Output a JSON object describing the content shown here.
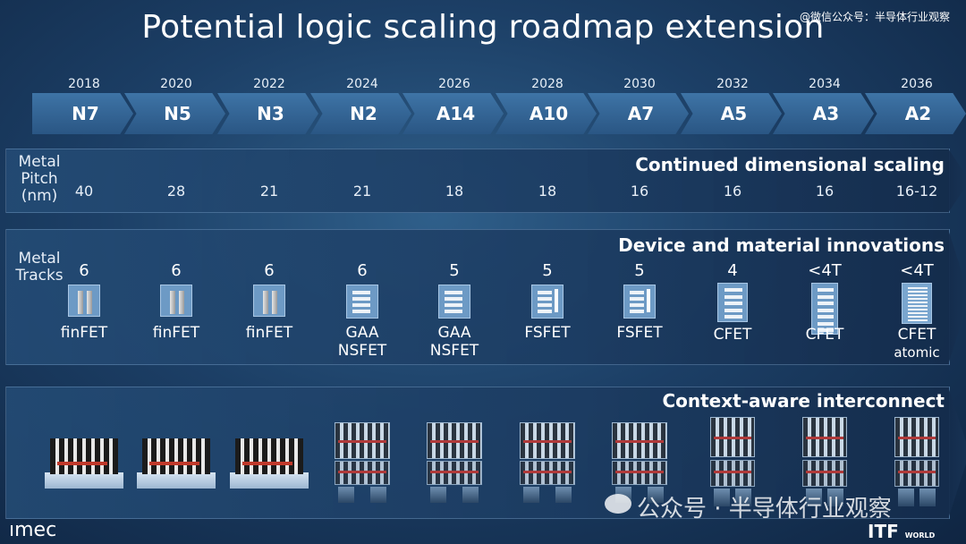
{
  "title": "Potential logic scaling roadmap extension",
  "watermark_top": "@微信公众号：半导体行业观察",
  "watermark_bottom": "公众号 · 半导体行业观察",
  "nodes": [
    {
      "year": "2018",
      "name": "N7"
    },
    {
      "year": "2020",
      "name": "N5"
    },
    {
      "year": "2022",
      "name": "N3"
    },
    {
      "year": "2024",
      "name": "N2"
    },
    {
      "year": "2026",
      "name": "A14"
    },
    {
      "year": "2028",
      "name": "A10"
    },
    {
      "year": "2030",
      "name": "A7"
    },
    {
      "year": "2032",
      "name": "A5"
    },
    {
      "year": "2034",
      "name": "A3"
    },
    {
      "year": "2036",
      "name": "A2"
    }
  ],
  "scaling": {
    "title": "Continued dimensional scaling",
    "label_line1": "Metal",
    "label_line2": "Pitch",
    "label_line3": "(nm)",
    "values": [
      "40",
      "28",
      "21",
      "21",
      "18",
      "18",
      "16",
      "16",
      "16",
      "16-12"
    ]
  },
  "devices": {
    "title": "Device and material innovations",
    "label_line1": "Metal",
    "label_line2": "Tracks",
    "tracks": [
      "6",
      "6",
      "6",
      "6",
      "5",
      "5",
      "5",
      "4",
      "<4T",
      "<4T"
    ],
    "names": [
      {
        "line1": "finFET",
        "line2": ""
      },
      {
        "line1": "finFET",
        "line2": ""
      },
      {
        "line1": "finFET",
        "line2": ""
      },
      {
        "line1": "GAA",
        "line2": "NSFET"
      },
      {
        "line1": "GAA",
        "line2": "NSFET"
      },
      {
        "line1": "FSFET",
        "line2": ""
      },
      {
        "line1": "FSFET",
        "line2": ""
      },
      {
        "line1": "CFET",
        "line2": ""
      },
      {
        "line1": "CFET",
        "line2": ""
      },
      {
        "line1": "CFET",
        "line2": "atomic"
      }
    ],
    "icons": [
      "finfet-icon",
      "finfet-icon",
      "finfet-icon",
      "nanosheet-icon",
      "nanosheet-icon",
      "forksheet-icon",
      "forksheet-icon",
      "cfet-icon",
      "cfet-tall-icon",
      "cfet-atomic-icon"
    ]
  },
  "interconnect": {
    "title": "Context-aware interconnect"
  },
  "logos": {
    "imec": "ımec",
    "itf": "ITF",
    "itf_sub": "WORLD"
  },
  "colors": {
    "background": "#1c3f66",
    "arrow": "#3e74a6",
    "band": "#244c76",
    "accent_red": "#c0392b"
  }
}
